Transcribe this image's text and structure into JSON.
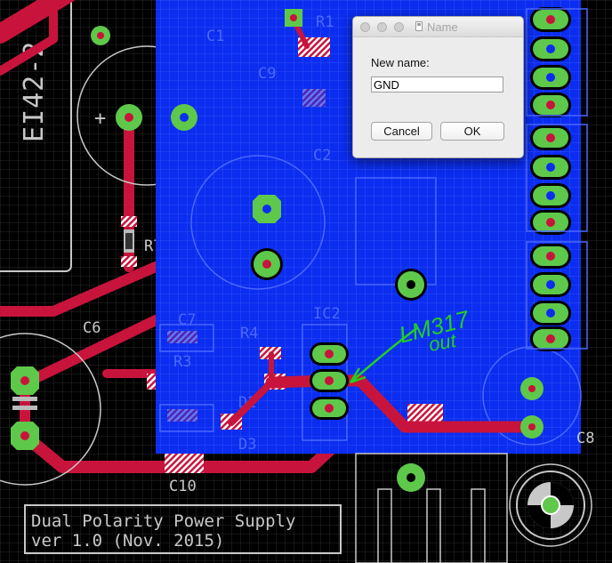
{
  "board": {
    "silkscreen_labels": {
      "c1": "C1",
      "c2": "C2",
      "c6": "C6",
      "c7": "C7",
      "c8": "C8",
      "c9": "C9",
      "c10": "C10",
      "r1": "R1",
      "r3": "R3",
      "r4": "R4",
      "r7": "R7",
      "d2": "D2",
      "d3": "D3",
      "ic2": "IC2",
      "plus_marker": "+",
      "transformer": "EI42-2",
      "title_line1": "Dual Polarity Power Supply",
      "title_line2": "ver 1.0 (Nov. 2015)"
    },
    "annotation": {
      "line1": "LM317",
      "line2": "out"
    },
    "colors": {
      "background": "#000000",
      "copper_top": "#c8143c",
      "polygon_pour": "#0a2df0",
      "pad": "#5ec84a",
      "silkscreen": "#c8c8c8",
      "annotation": "#22d022"
    }
  },
  "dialog": {
    "title": "Name",
    "label": "New name:",
    "input_value": "GND",
    "cancel_label": "Cancel",
    "ok_label": "OK"
  }
}
